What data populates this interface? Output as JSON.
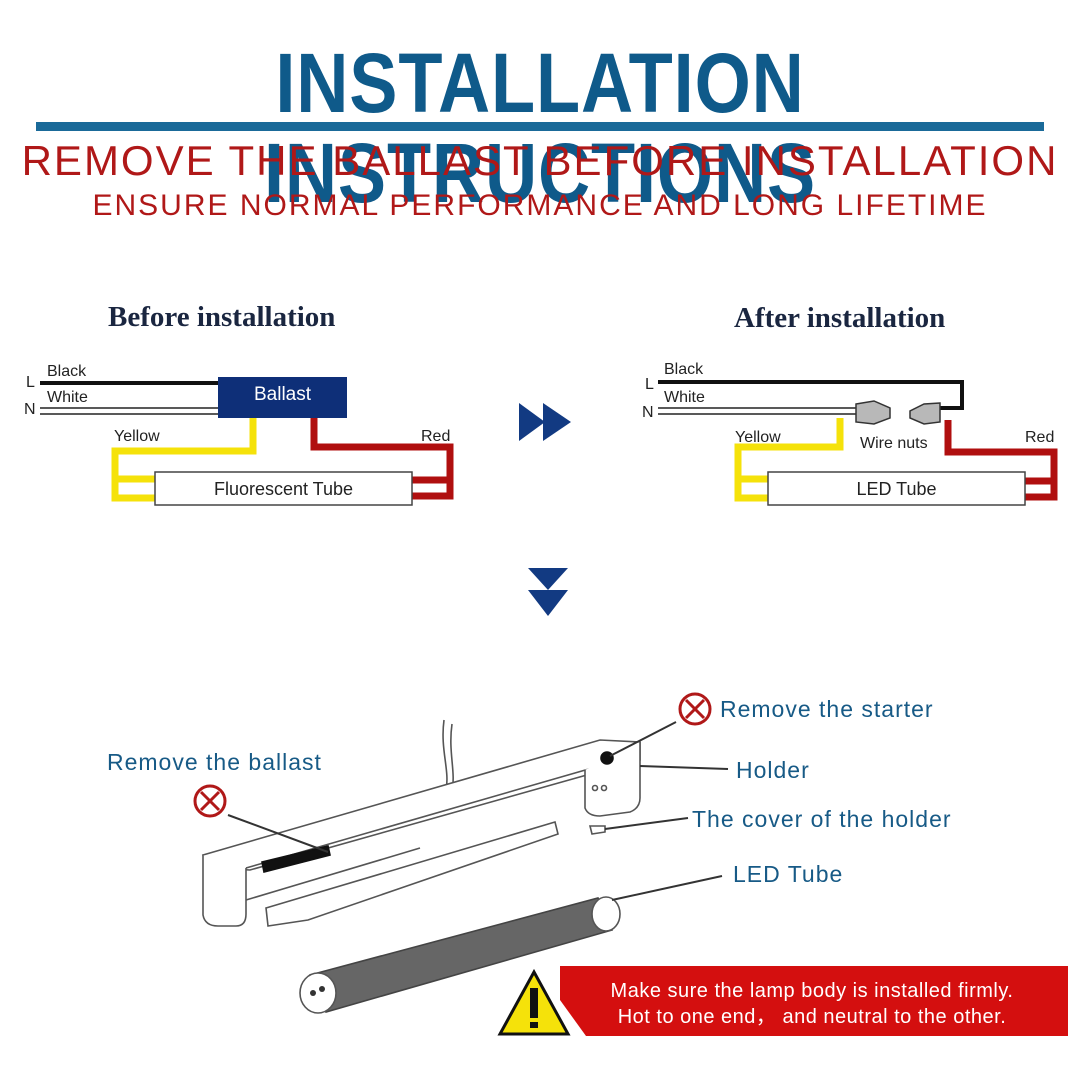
{
  "header": {
    "title": "INSTALLATION INSTRUCTIONS",
    "subtitle": "REMOVE THE BALLAST BEFORE INSTALLATION",
    "tagline": "ENSURE NORMAL PERFORMANCE AND LONG LIFETIME"
  },
  "before": {
    "heading": "Before installation",
    "line_letter": "L",
    "neutral_letter": "N",
    "black_label": "Black",
    "white_label": "White",
    "ballast_label": "Ballast",
    "yellow_label": "Yellow",
    "red_label": "Red",
    "tube_label": "Fluorescent Tube"
  },
  "after": {
    "heading": "After installation",
    "line_letter": "L",
    "neutral_letter": "N",
    "black_label": "Black",
    "white_label": "White",
    "wire_nuts_label": "Wire nuts",
    "yellow_label": "Yellow",
    "red_label": "Red",
    "tube_label": "LED Tube"
  },
  "fixture": {
    "remove_starter": "Remove the starter",
    "remove_ballast": "Remove the ballast",
    "holder": "Holder",
    "holder_cover": "The cover of the holder",
    "led_tube": "LED Tube"
  },
  "warning": {
    "line1": "Make sure the lamp body is installed firmly.",
    "line2": "Hot to one end， and neutral to the other."
  },
  "colors": {
    "title_blue": "#0f5a8a",
    "accent_red": "#b01818",
    "arrow_navy": "#123a82",
    "wire_yellow": "#f5e20a",
    "wire_red": "#b00f0f",
    "ballast_fill": "#0e2f78",
    "warning_red": "#d40f0f"
  },
  "icons": [
    "fast-forward-icon",
    "down-arrow-icon",
    "no-entry-icon",
    "warning-triangle-icon"
  ]
}
